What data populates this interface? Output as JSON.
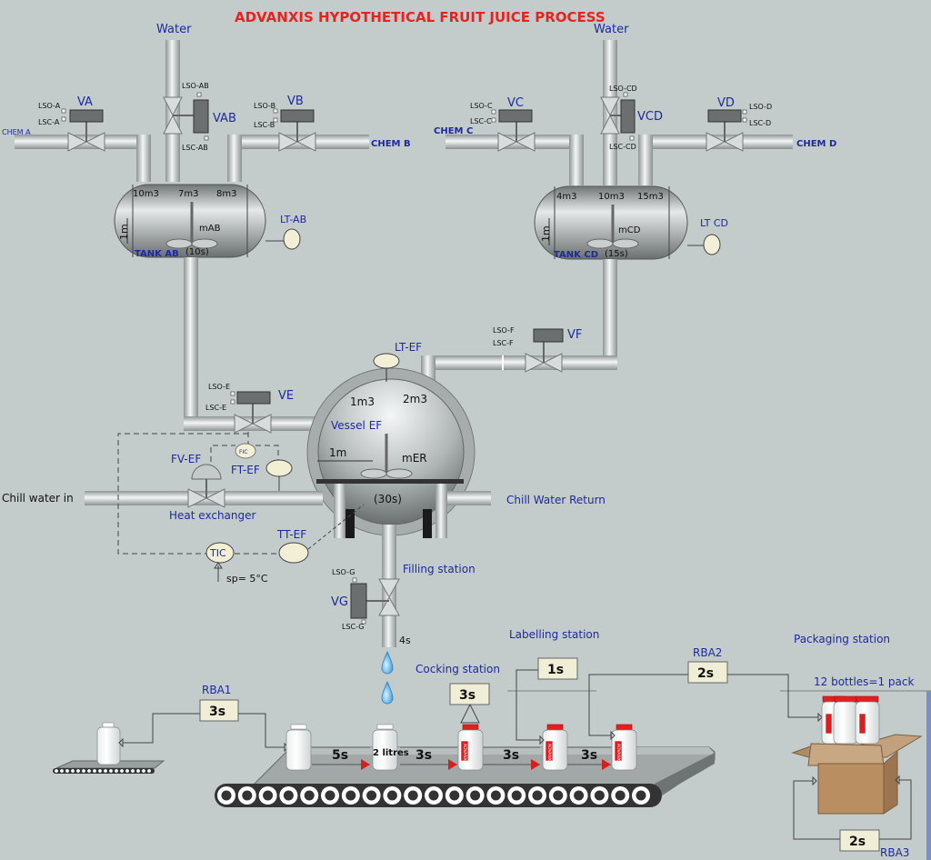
{
  "title": "ADVANXIS HYPOTHETICAL FRUIT JUICE PROCESS",
  "inputs": {
    "water_left": "Water",
    "water_right": "Water",
    "chem_a": "CHEM A",
    "chem_b": "CHEM B",
    "chem_c": "CHEM C",
    "chem_d": "CHEM D",
    "chill_in": "Chill water in",
    "chill_return": "Chill Water Return"
  },
  "valves": {
    "va": {
      "label": "VA",
      "lso": "LSO-A",
      "lsc": "LSC-A"
    },
    "vab": {
      "label": "VAB",
      "lso": "LSO-AB",
      "lsc": "LSC-AB"
    },
    "vb": {
      "label": "VB",
      "lso": "LSO-B",
      "lsc": "LSC-B"
    },
    "vc": {
      "label": "VC",
      "lso": "LSO-C",
      "lsc": "LSC-C"
    },
    "vcd": {
      "label": "VCD",
      "lso": "LSO-CD",
      "lsc": "LSC-CD"
    },
    "vd": {
      "label": "VD",
      "lso": "LSO-D",
      "lsc": "LSC-D"
    },
    "ve": {
      "label": "VE",
      "lso": "LSO-E",
      "lsc": "LSC-E"
    },
    "vf": {
      "label": "VF",
      "lso": "LSO-F",
      "lsc": "LSC-F"
    },
    "vg": {
      "label": "VG",
      "lso": "LSO-G",
      "lsc": "LSC-G"
    }
  },
  "tank_ab": {
    "name": "TANK AB",
    "volumes": [
      "10m3",
      "7m3",
      "8m3"
    ],
    "height": "1m",
    "mixer": "mAB",
    "time": "(10s)",
    "level_transmitter": "LT-AB"
  },
  "tank_cd": {
    "name": "TANK CD",
    "volumes": [
      "4m3",
      "10m3",
      "15m3"
    ],
    "height": "1m",
    "mixer": "mCD",
    "time": "(15s)",
    "level_transmitter": "LT CD"
  },
  "vessel_ef": {
    "name": "Vessel EF",
    "volumes": [
      "1m3",
      "2m3"
    ],
    "height": "1m",
    "mixer": "mER",
    "time": "(30s)",
    "level_transmitter": "LT-EF"
  },
  "control": {
    "fic": "FIC",
    "fv": "FV-EF",
    "ft": "FT-EF",
    "heat_exchanger": "Heat exchanger",
    "tic": "TIC",
    "tt": "TT-EF",
    "setpoint": "sp= 5°C"
  },
  "stations": {
    "filling": "Filling station",
    "filling_time": "4s",
    "labelling": "Labelling station",
    "cocking": "Cocking station",
    "packaging": "Packaging station",
    "pack_note": "12 bottles=1 pack"
  },
  "robots": {
    "rba1": {
      "label": "RBA1",
      "time": "3s"
    },
    "cocking": {
      "time": "3s"
    },
    "labelling": {
      "time": "1s"
    },
    "rba2": {
      "label": "RBA2",
      "time": "2s"
    },
    "rba3": {
      "label": "RBA3",
      "time": "2s"
    }
  },
  "conveyor": {
    "segments": [
      "5s",
      "3s",
      "3s",
      "3s"
    ],
    "bottle_volume": "2 litres",
    "label_brand": "ADVANXIS"
  }
}
